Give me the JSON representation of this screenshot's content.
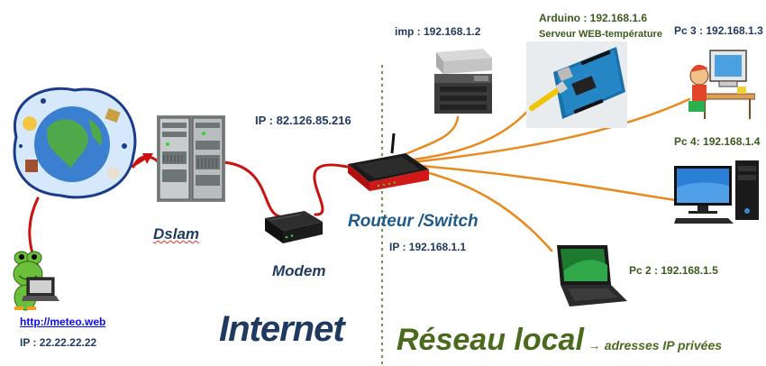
{
  "colors": {
    "wire_red": "#cc1111",
    "wire_orange": "#e88a1e",
    "divider": "#4a6a1e",
    "label_blue": "#1f3a5f"
  },
  "labels": {
    "ip_wan": "IP : 82.126.85.216",
    "dslam": "Dslam",
    "modem": "Modem",
    "router": "Routeur /Switch",
    "router_ip": "IP : 192.168.1.1",
    "internet": "Internet",
    "local": "Réseau local",
    "arrow": "→",
    "private": "adresses IP privées",
    "url": "http://meteo.web",
    "server_ip": "IP : 22.22.22.22",
    "printer": "imp : 192.168.1.2",
    "arduino_title": "Arduino   : 192.168.1.6",
    "arduino_sub": "Serveur WEB-température",
    "pc3": "Pc 3 : 192.168.1.3",
    "pc4": "Pc 4: 192.168.1.4",
    "pc2": "Pc 2 : 192.168.1.5"
  },
  "icons": [
    "globe-icon",
    "frog-laptop-icon",
    "dslam-rack-icon",
    "modem-icon",
    "router-icon",
    "printer-icon",
    "arduino-board-icon",
    "pc-cartoon-icon",
    "desktop-pc-icon",
    "laptop-icon"
  ]
}
